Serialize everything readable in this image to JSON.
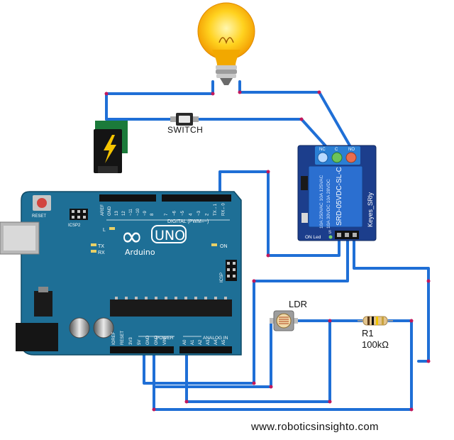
{
  "labels": {
    "switch": "SWITCH",
    "ldr": "LDR",
    "resistor_name": "R1",
    "resistor_value": "100kΩ",
    "website": "www.roboticsinsighto.com"
  },
  "arduino": {
    "brand_symbol": "∞",
    "model": "UNO",
    "brand": "Arduino",
    "reset_label": "RESET",
    "icsp2_label": "ICSP2",
    "icsp_label": "ICSP",
    "led_l": "L",
    "led_tx": "TX",
    "led_rx": "RX",
    "led_on": "ON",
    "digital_header": "DIGITAL (PWM=~)",
    "power_header": "POWER",
    "analog_header": "ANALOG IN",
    "top_pins_left": [
      "AREF",
      "GND",
      "13",
      "12",
      "~11",
      "~10",
      "~9",
      "8"
    ],
    "top_pins_right": [
      "7",
      "~6",
      "~5",
      "4",
      "~3",
      "2",
      "TX→1",
      "RX←0"
    ],
    "power_pins": [
      "IOREF",
      "RESET",
      "3V3",
      "5V",
      "GND",
      "GND",
      "VIN"
    ],
    "analog_pins": [
      "A0",
      "A1",
      "A2",
      "A3",
      "A4",
      "A5"
    ]
  },
  "relay": {
    "terminals": [
      "NC",
      "C",
      "NO"
    ],
    "rating_lines": [
      "10A 250VAC 10A 125VAC",
      "10A 30VDC 10A 28VDC"
    ],
    "part_number": "SRD-05VDC-SL-C",
    "module_name": "Keyes_SRly",
    "led_label": "ON Led",
    "pin_label": "S"
  },
  "colors": {
    "wire": "#1f6fd6",
    "joint": "#c2185b",
    "board": "#1e6f96",
    "relay_board": "#1c3e8c",
    "relay_block": "#2a7fd4"
  }
}
